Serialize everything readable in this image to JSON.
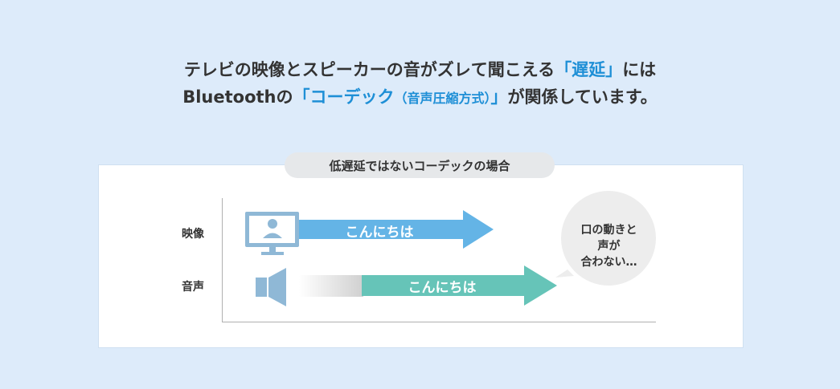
{
  "headline": {
    "line1_pre": "テレビの映像とスピーカーの音がズレて聞こえる",
    "line1_hl": "「遅延」",
    "line1_post": "には",
    "line2_pre": "Bluetoothの",
    "line2_hl": "「コーデック",
    "line2_hl_small": "（音声圧縮方式）",
    "line2_hl_close": "」",
    "line2_post": "が関係しています。"
  },
  "diagram": {
    "caption": "低遅延ではないコーデックの場合",
    "rows": [
      {
        "label": "映像",
        "arrow_text": "こんにちは"
      },
      {
        "label": "音声",
        "arrow_text": "こんにちは"
      }
    ],
    "bubble_lines": [
      "口の動きと",
      "声が",
      "合わない…"
    ],
    "colors": {
      "video_arrow": "#64b4e6",
      "audio_arrow": "#66c4b8",
      "icon": "#8fb8d6",
      "accent_text": "#1e8fd6"
    },
    "icons": {
      "video": "tv-monitor-icon",
      "audio": "speaker-icon"
    }
  }
}
